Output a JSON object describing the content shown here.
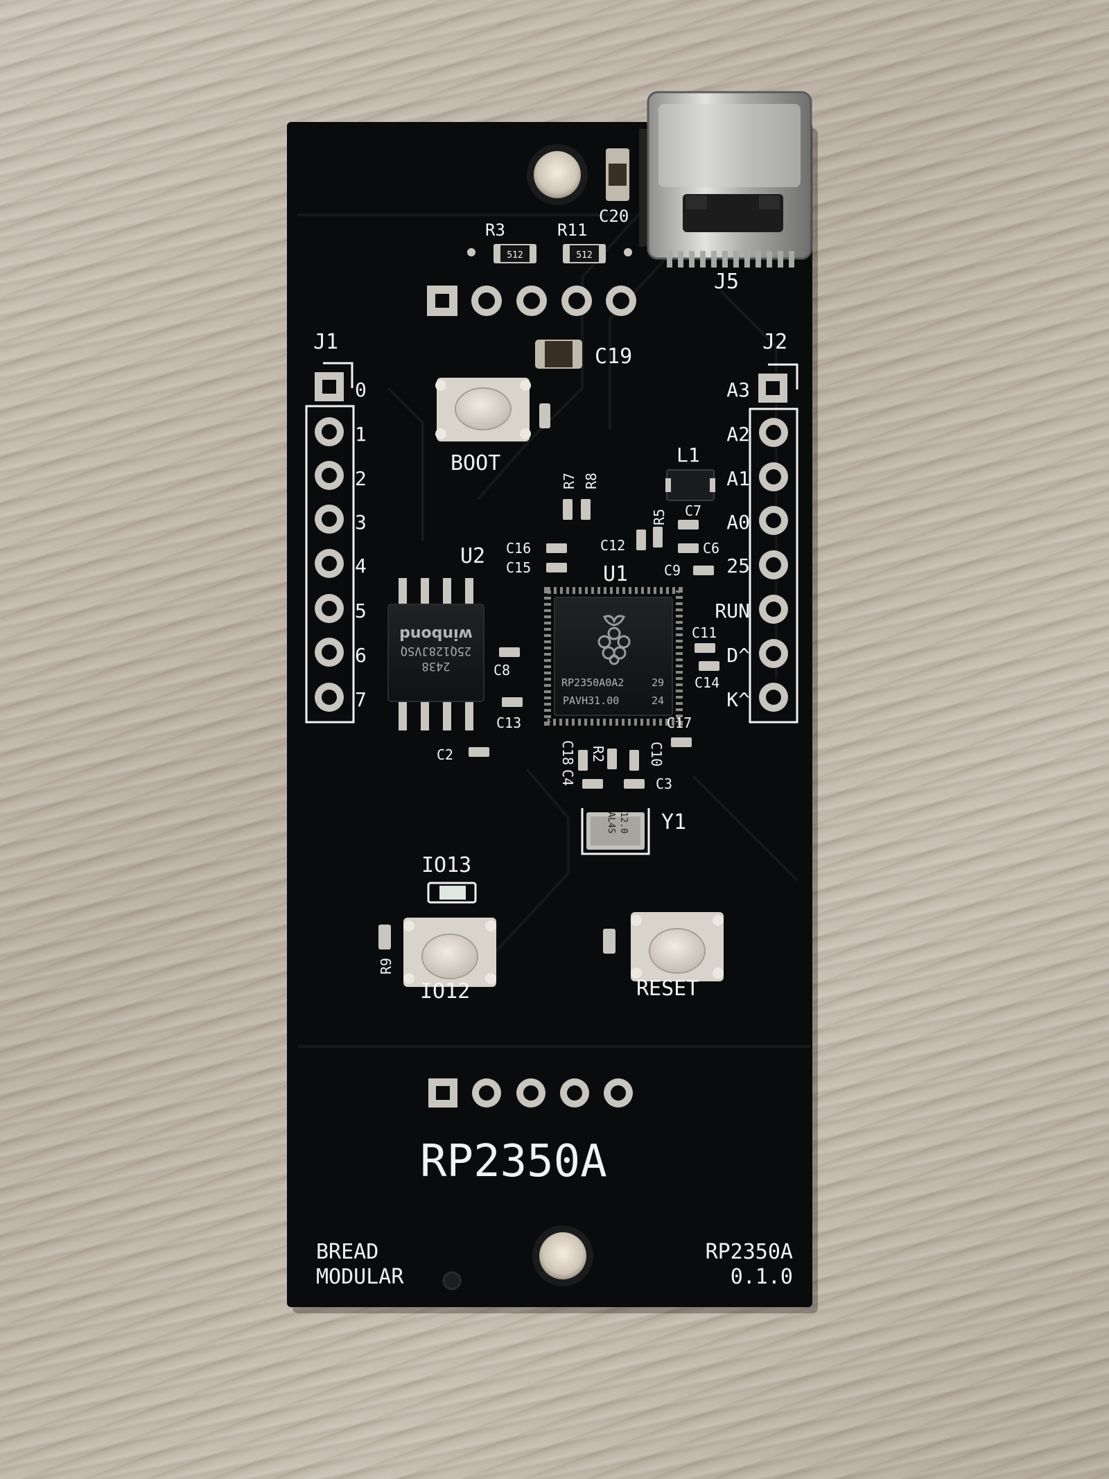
{
  "board": {
    "silkscreen": {
      "j1": "J1",
      "j2": "J2",
      "j5": "J5",
      "u1": "U1",
      "u2": "U2",
      "y1": "Y1",
      "l1": "L1",
      "r3": "R3",
      "r11": "R11",
      "r7": "R7",
      "r8": "R8",
      "r5": "R5",
      "r9": "R9",
      "r2": "R2",
      "c2": "C2",
      "c3": "C3",
      "c4": "C4",
      "c6": "C6",
      "c7": "C7",
      "c8": "C8",
      "c9": "C9",
      "c10": "C10",
      "c11": "C11",
      "c12": "C12",
      "c13": "C13",
      "c14": "C14",
      "c15": "C15",
      "c16": "C16",
      "c17": "C17",
      "c18": "C18",
      "c19": "C19",
      "c20": "C20",
      "boot": "BOOT",
      "reset": "RESET",
      "io13": "IO13",
      "io12": "IO12",
      "left_pins": [
        "0",
        "1",
        "2",
        "3",
        "4",
        "5",
        "6",
        "7"
      ],
      "right_pins": [
        "A3",
        "A2",
        "A1",
        "A0",
        "25",
        "RUN",
        "D^",
        "K^"
      ],
      "big_title": "RP2350A",
      "brand_line1": "BREAD",
      "brand_line2": "MODULAR",
      "model_line1": "RP2350A",
      "model_line2": "0.1.0"
    },
    "chips": {
      "mcu_line1": "RP2350A0A2",
      "mcu_line1b": "29",
      "mcu_line2": "PAVH31.00",
      "mcu_line2b": "24",
      "flash_brand": "winbond",
      "flash_line1": "25Q128JVSQ",
      "flash_line2": "2438",
      "crystal_line1": "12.0",
      "crystal_line2": "AL4S",
      "resistor_mark": "512"
    },
    "colors": {
      "pcb": "#0a0b0c",
      "silkscreen": "#f2f2f2",
      "pad": "#c9c6c0",
      "usb_metal": "#b9b9b7"
    },
    "icons": [
      "raspberry-pi-logo-icon"
    ]
  }
}
